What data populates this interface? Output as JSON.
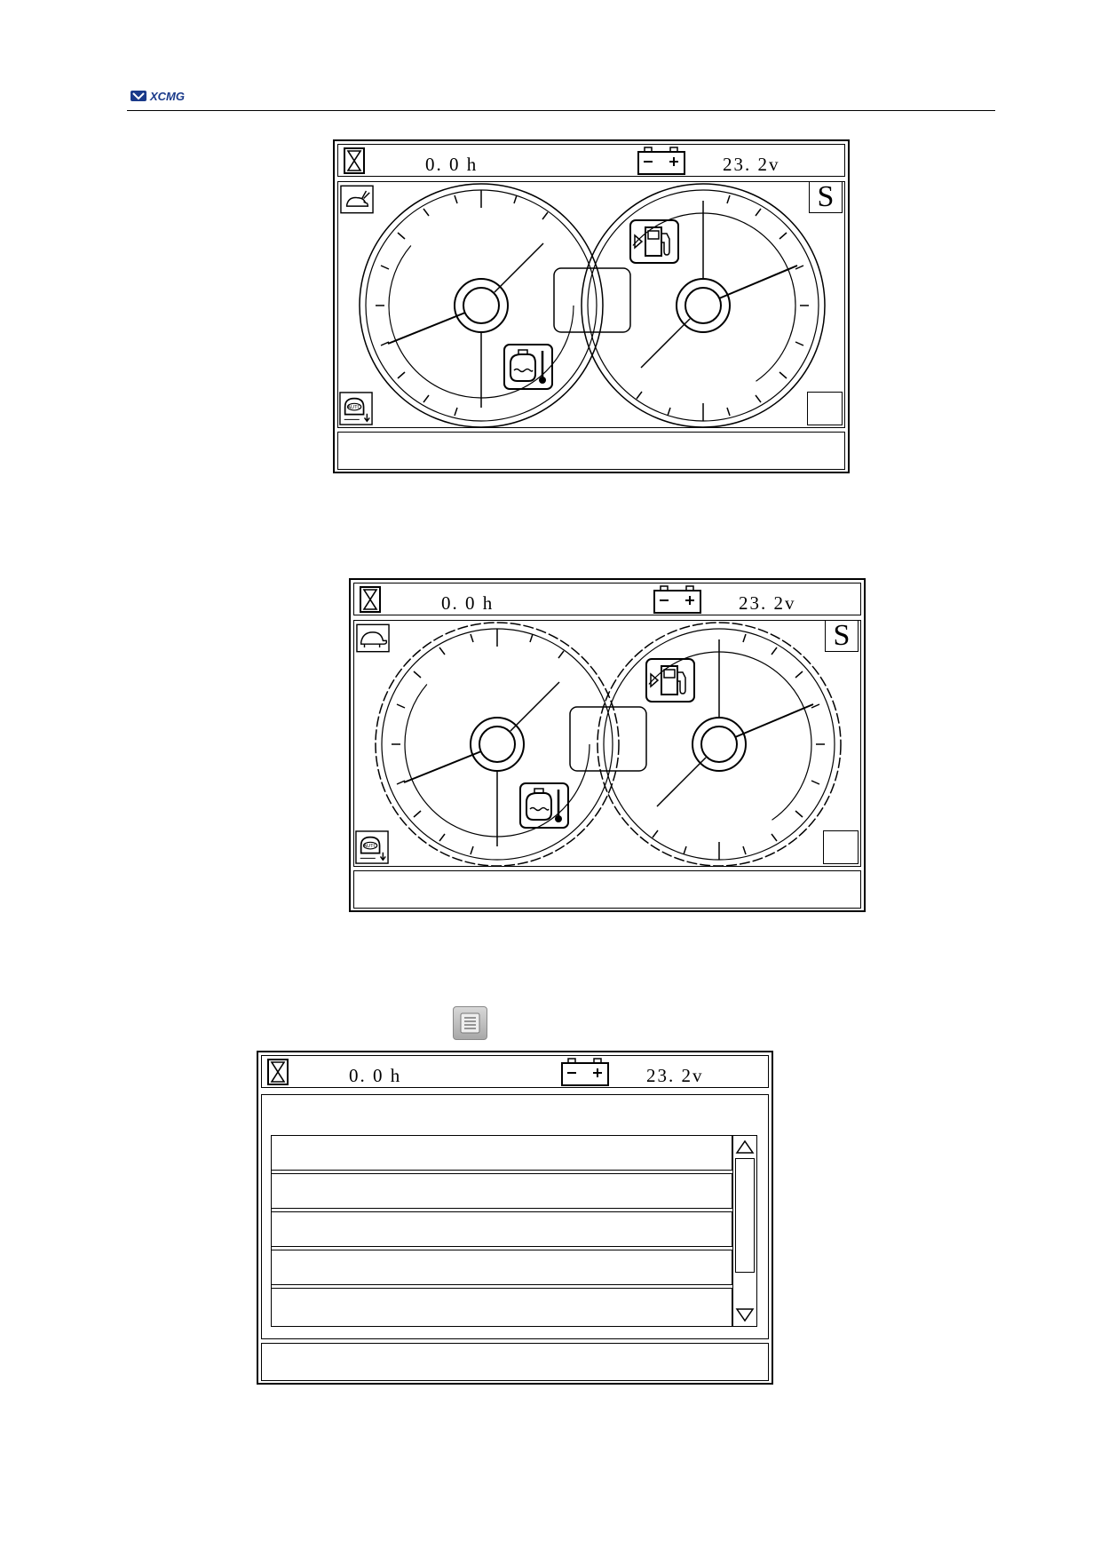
{
  "header": {
    "logo_text": "XCMG"
  },
  "screens": [
    {
      "hours": "0. 0  h",
      "voltage": "23. 2v",
      "gear": "S",
      "mode": "rabbit"
    },
    {
      "hours": "0. 0  h",
      "voltage": "23. 2v",
      "gear": "S",
      "mode": "turtle"
    },
    {
      "hours": "0. 0  h",
      "voltage": "23. 2v",
      "list_rows": 5
    }
  ],
  "icons": {
    "hourglass": "hourglass-icon",
    "battery": "battery-icon",
    "rabbit": "rabbit-icon",
    "turtle": "turtle-icon",
    "fuel": "fuel-pump-icon",
    "coolant": "coolant-temperature-icon",
    "auto_idle": "auto-idle-icon",
    "menu": "menu-icon",
    "scroll_up": "scroll-up-arrow-icon",
    "scroll_down": "scroll-down-arrow-icon"
  }
}
